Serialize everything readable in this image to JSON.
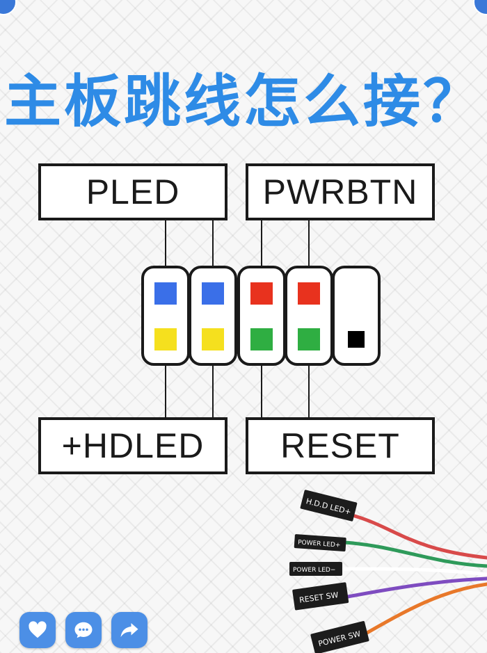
{
  "title": "主板跳线怎么接？",
  "labels": {
    "pled": "PLED",
    "pwrbtn": "PWRBTN",
    "hdled": "+HDLED",
    "reset": "RESET"
  },
  "cables": [
    {
      "label": "H.D.D LED+",
      "color": "#d84a4a"
    },
    {
      "label": "POWER LED+",
      "color": "#2e9a5a"
    },
    {
      "label": "POWER LED−",
      "color": "#ffffff"
    },
    {
      "label": "RESET SW",
      "color": "#7e4cc0"
    },
    {
      "label": "POWER SW",
      "color": "#e8782a"
    }
  ],
  "pins": {
    "top": [
      "#3a6fe8",
      "#3a6fe8",
      "#e8321e",
      "#e8321e",
      ""
    ],
    "bottom": [
      "#f5e01e",
      "#f5e01e",
      "#2fae42",
      "#2fae42",
      "#000000"
    ]
  },
  "icons": {
    "like": "heart-icon",
    "comment": "chat-bubble-icon",
    "share": "share-arrow-icon"
  },
  "colors": {
    "title": "#2e8be6",
    "accent": "#4c8fe6"
  }
}
